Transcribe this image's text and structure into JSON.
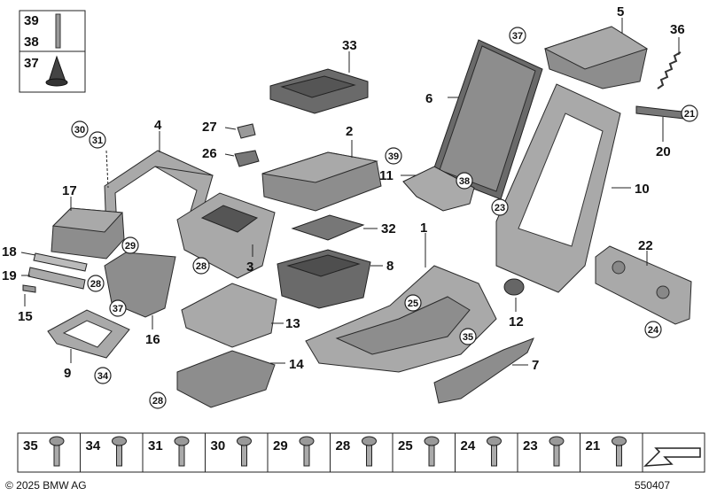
{
  "diagram": {
    "callouts": {
      "n1": "1",
      "n2": "2",
      "n3": "3",
      "n4": "4",
      "n5": "5",
      "n6": "6",
      "n7": "7",
      "n8": "8",
      "n9": "9",
      "n10": "10",
      "n11": "11",
      "n12": "12",
      "n13": "13",
      "n14": "14",
      "n15": "15",
      "n16": "16",
      "n17": "17",
      "n18": "18",
      "n19": "19",
      "n20": "20",
      "n22": "22",
      "n26": "26",
      "n27": "27",
      "n32": "32",
      "n33": "33",
      "n36": "36"
    },
    "circled_callouts": {
      "c21": "21",
      "c23": "23",
      "c24": "24",
      "c25a": "25",
      "c28a": "28",
      "c28b": "28",
      "c28c": "28",
      "c29": "29",
      "c30": "30",
      "c31": "31",
      "c34": "34",
      "c35": "35",
      "c37a": "37",
      "c37b": "37",
      "c38": "38",
      "c39": "39"
    },
    "inset": {
      "r1a": "39",
      "r1b": "38",
      "r2": "37"
    }
  },
  "legend": {
    "items": [
      "35",
      "34",
      "31",
      "30",
      "29",
      "28",
      "25",
      "24",
      "23",
      "21"
    ],
    "arrow_icon": "direction-arrow-icon"
  },
  "footer": {
    "copyright": "© 2025 BMW AG",
    "diagram_id": "550407"
  },
  "colors": {
    "part": "#8d8d8d",
    "part_light": "#a9a9a9",
    "part_dark": "#6a6a6a",
    "outline": "#2a2a2a"
  }
}
